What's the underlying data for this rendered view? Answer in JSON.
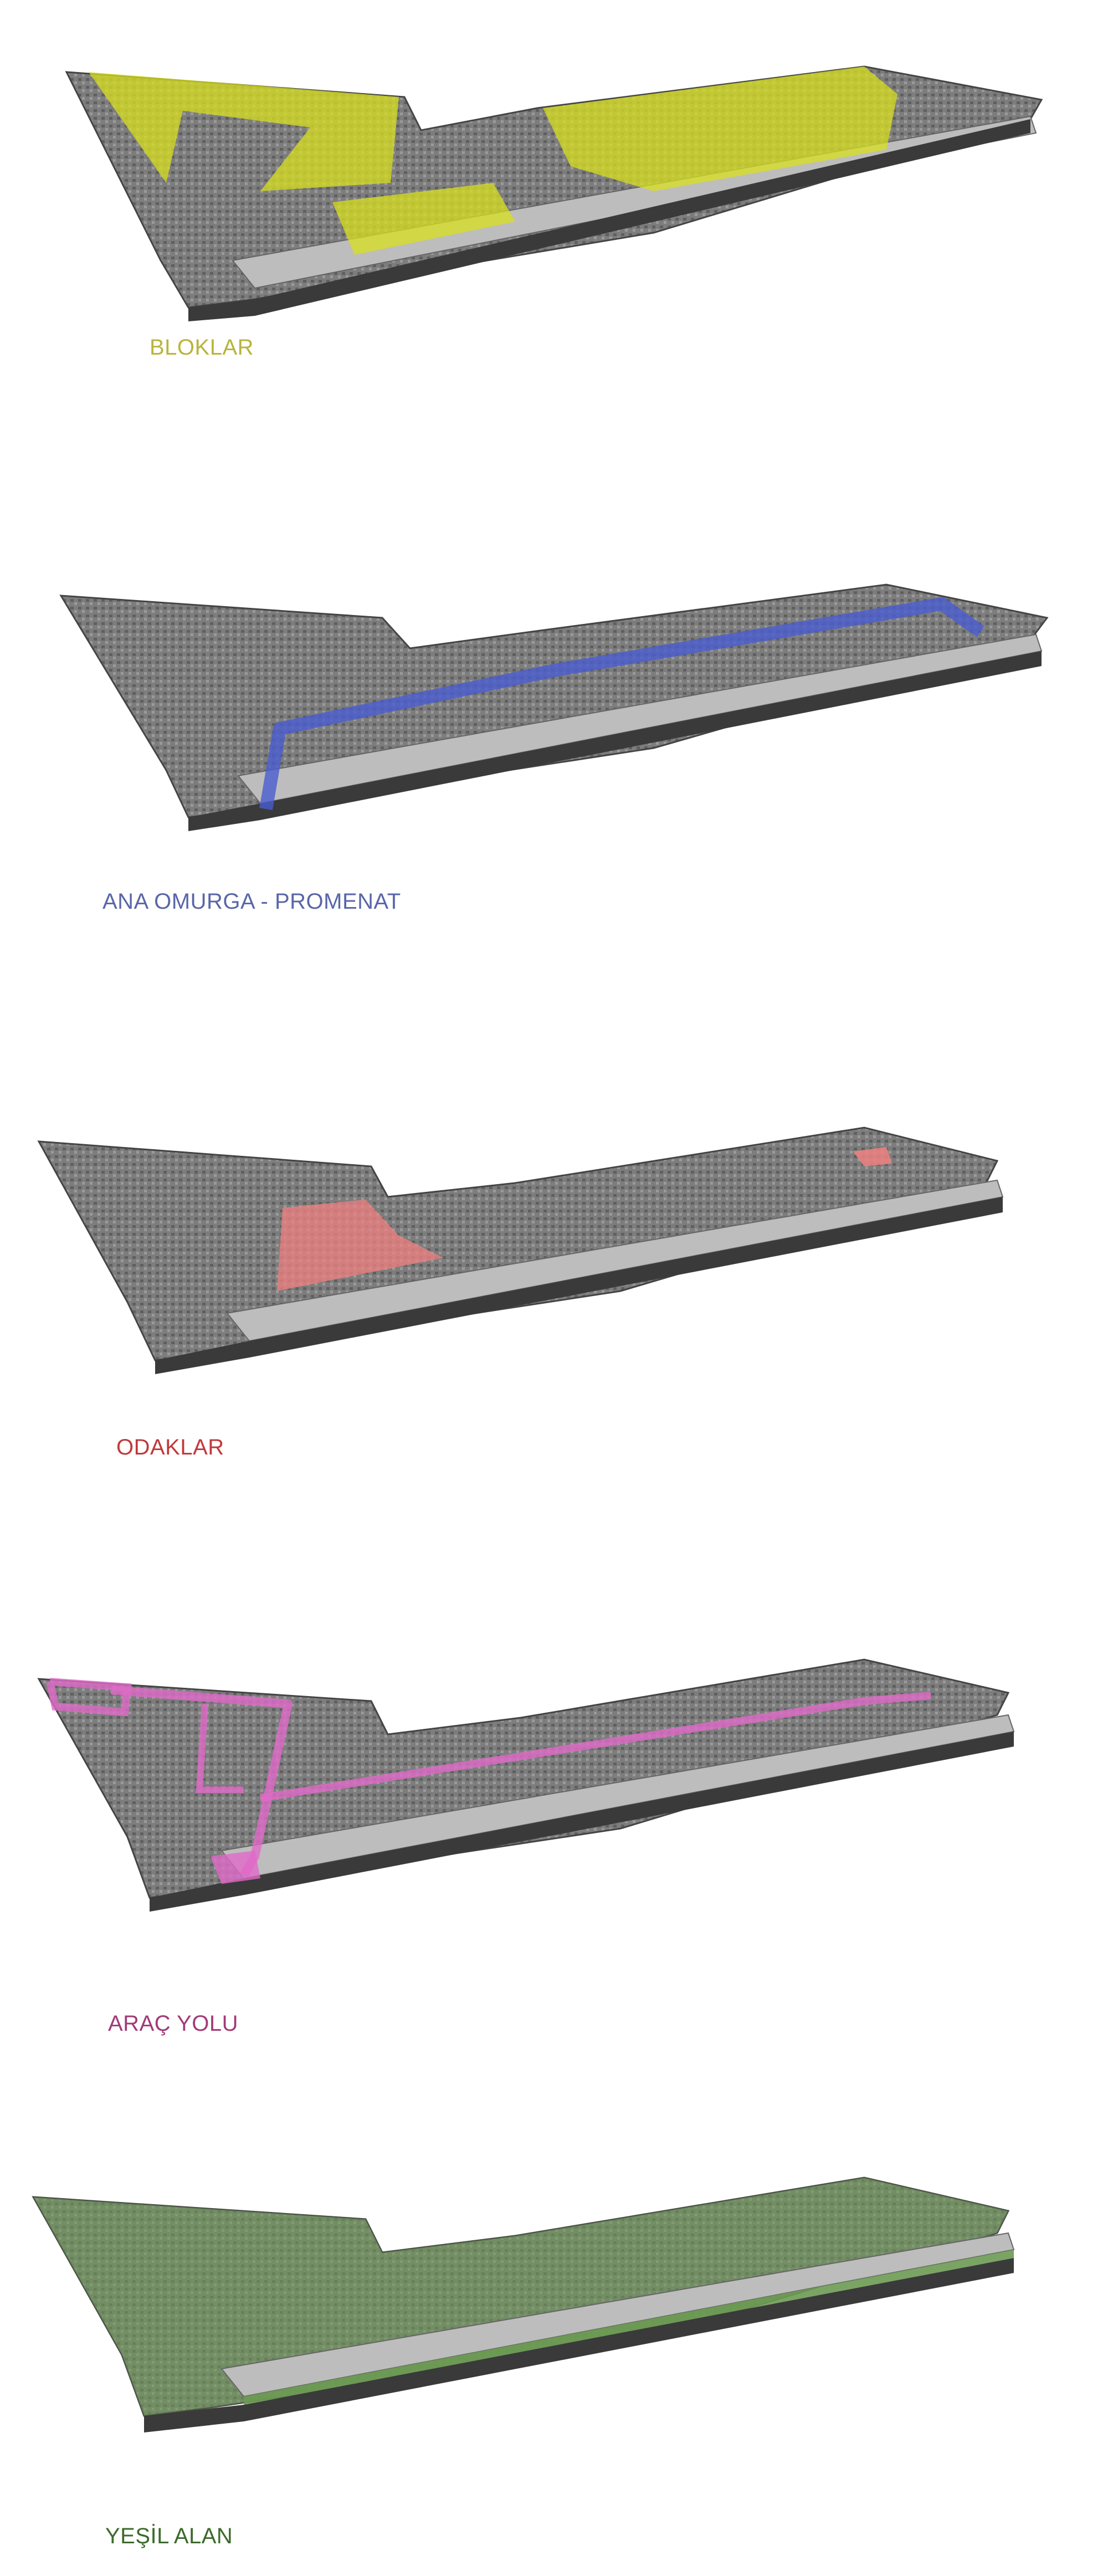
{
  "panels": [
    {
      "label": "BLOKLAR",
      "color": "#b9b43a",
      "overlay": "blocks",
      "overlay_color": "#d8e01e"
    },
    {
      "label": "ANA OMURGA - PROMENAT",
      "color": "#5a66a8",
      "overlay": "spine",
      "overlay_color": "#4a5cd0"
    },
    {
      "label": "ODAKLAR",
      "color": "#c0393b",
      "overlay": "foci",
      "overlay_color": "#f08080"
    },
    {
      "label": "ARAÇ YOLU",
      "color": "#a23a78",
      "overlay": "road",
      "overlay_color": "#e06ac8"
    },
    {
      "label": "YEŞİL ALAN",
      "color": "#3b6a2a",
      "overlay": "green",
      "overlay_color": "#6b9a52"
    }
  ]
}
